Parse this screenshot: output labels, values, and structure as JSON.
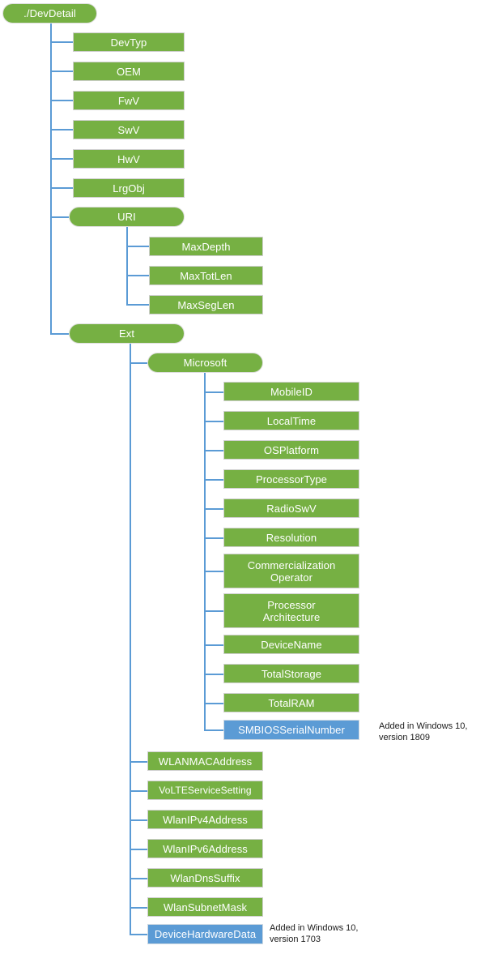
{
  "diagram": {
    "title": "./DevDetail",
    "type": "tree",
    "colors": {
      "node_green": "#76B043",
      "node_blue": "#5B9BD5",
      "connector": "#5B9BD5",
      "node_text": "#FFFFFF",
      "annotation_text": "#1A1A1A",
      "background": "#FFFFFF"
    },
    "root": {
      "label": "./DevDetail",
      "shape": "pill",
      "color": "green"
    },
    "level1": [
      {
        "label": "DevTyp",
        "shape": "rect",
        "color": "green"
      },
      {
        "label": "OEM",
        "shape": "rect",
        "color": "green"
      },
      {
        "label": "FwV",
        "shape": "rect",
        "color": "green"
      },
      {
        "label": "SwV",
        "shape": "rect",
        "color": "green"
      },
      {
        "label": "HwV",
        "shape": "rect",
        "color": "green"
      },
      {
        "label": "LrgObj",
        "shape": "rect",
        "color": "green"
      },
      {
        "label": "URI",
        "shape": "pill",
        "color": "green"
      },
      {
        "label": "Ext",
        "shape": "pill",
        "color": "green"
      }
    ],
    "uri_children": [
      {
        "label": "MaxDepth",
        "shape": "rect",
        "color": "green"
      },
      {
        "label": "MaxTotLen",
        "shape": "rect",
        "color": "green"
      },
      {
        "label": "MaxSegLen",
        "shape": "rect",
        "color": "green"
      }
    ],
    "ext_children": [
      {
        "label": "Microsoft",
        "shape": "pill",
        "color": "green"
      },
      {
        "label": "WLANMACAddress",
        "shape": "rect",
        "color": "green"
      },
      {
        "label": "VoLTEServiceSetting",
        "shape": "rect",
        "color": "green"
      },
      {
        "label": "WlanIPv4Address",
        "shape": "rect",
        "color": "green"
      },
      {
        "label": "WlanIPv6Address",
        "shape": "rect",
        "color": "green"
      },
      {
        "label": "WlanDnsSuffix",
        "shape": "rect",
        "color": "green"
      },
      {
        "label": "WlanSubnetMask",
        "shape": "rect",
        "color": "green"
      },
      {
        "label": "DeviceHardwareData",
        "shape": "rect",
        "color": "blue"
      }
    ],
    "microsoft_children": [
      {
        "label": "MobileID",
        "shape": "rect",
        "color": "green",
        "lines": 1
      },
      {
        "label": "LocalTime",
        "shape": "rect",
        "color": "green",
        "lines": 1
      },
      {
        "label": "OSPlatform",
        "shape": "rect",
        "color": "green",
        "lines": 1
      },
      {
        "label": "ProcessorType",
        "shape": "rect",
        "color": "green",
        "lines": 1
      },
      {
        "label": "RadioSwV",
        "shape": "rect",
        "color": "green",
        "lines": 1
      },
      {
        "label": "Resolution",
        "shape": "rect",
        "color": "green",
        "lines": 1
      },
      {
        "label": "Commercialization\nOperator",
        "shape": "rect",
        "color": "green",
        "lines": 2
      },
      {
        "label": "Processor\nArchitecture",
        "shape": "rect",
        "color": "green",
        "lines": 2
      },
      {
        "label": "DeviceName",
        "shape": "rect",
        "color": "green",
        "lines": 1
      },
      {
        "label": "TotalStorage",
        "shape": "rect",
        "color": "green",
        "lines": 1
      },
      {
        "label": "TotalRAM",
        "shape": "rect",
        "color": "green",
        "lines": 1
      },
      {
        "label": "SMBIOSSerialNumber",
        "shape": "rect",
        "color": "blue",
        "lines": 1
      }
    ],
    "annotations": [
      {
        "text": "Added in Windows 10,\nversion 1809",
        "for": "SMBIOSSerialNumber"
      },
      {
        "text": "Added in Windows 10,\nversion 1703",
        "for": "DeviceHardwareData"
      }
    ]
  }
}
